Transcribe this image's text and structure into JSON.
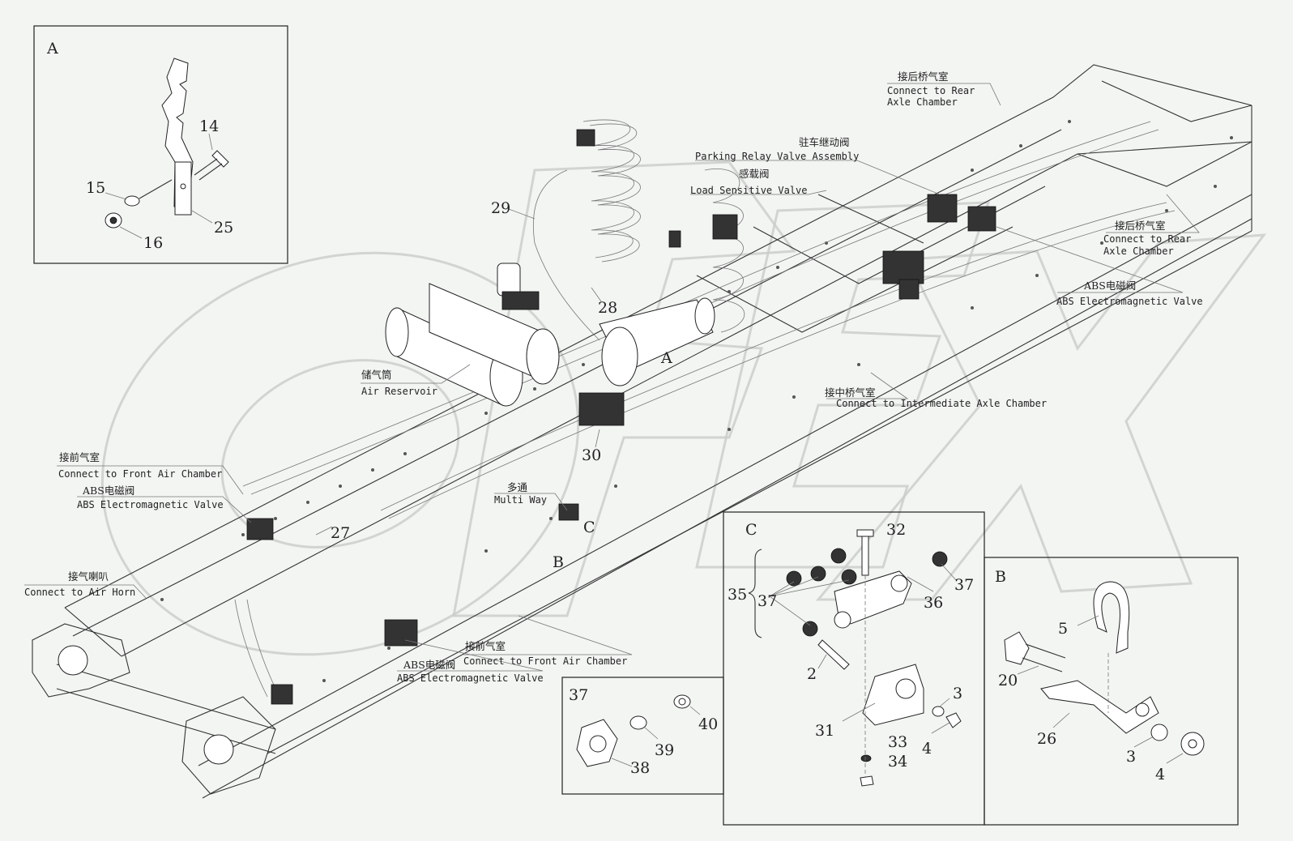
{
  "box_letters": {
    "a": "A",
    "b": "B",
    "c": "C",
    "a_main": "A",
    "b_main": "B",
    "c_main": "C"
  },
  "part_numbers": {
    "p14": "14",
    "p15": "15",
    "p16": "16",
    "p25": "25",
    "p29": "29",
    "p28": "28",
    "p30": "30",
    "p27": "27",
    "p32": "32",
    "p35": "35",
    "p37a": "37",
    "p37b": "37",
    "p36": "36",
    "p2": "2",
    "p3c": "3",
    "p31": "31",
    "p33": "33",
    "p34": "34",
    "p4c": "4",
    "p5": "5",
    "p20": "20",
    "p26": "26",
    "p3b": "3",
    "p4b": "4",
    "p37d": "37",
    "p40": "40",
    "p39": "39",
    "p38": "38"
  },
  "labels": {
    "rear_axle_top": {
      "cn": "接后桥气室",
      "en1": "Connect to Rear",
      "en2": "Axle Chamber"
    },
    "parking_relay": {
      "cn": "驻车继动阀",
      "en": "Parking Relay Valve Assembly"
    },
    "load_sensitive": {
      "cn": "感载阀",
      "en": "Load Sensitive Valve"
    },
    "rear_axle_right": {
      "cn": "接后桥气室",
      "en1": "Connect to Rear",
      "en2": "Axle Chamber"
    },
    "abs_right": {
      "cn": "ABS电磁阀",
      "en": "ABS Electromagnetic Valve"
    },
    "air_reservoir": {
      "cn": "储气筒",
      "en": "Air Reservoir"
    },
    "intermediate_axle": {
      "cn": "接中桥气室",
      "en": "Connect to Intermediate Axle Chamber"
    },
    "front_air_left": {
      "cn": "接前气室",
      "en": "Connect to Front Air Chamber"
    },
    "abs_left": {
      "cn": "ABS电磁阀",
      "en": "ABS Electromagnetic Valve"
    },
    "multi_way": {
      "cn": "多通",
      "en": "Multi Way"
    },
    "air_horn": {
      "cn": "接气喇叭",
      "en": "Connect to Air Horn"
    },
    "front_air_bottom": {
      "cn": "接前气室",
      "en": "Connect to Front Air Chamber"
    },
    "abs_bottom": {
      "cn": "ABS电磁阀",
      "en": "ABS Electromagnetic Valve"
    }
  }
}
